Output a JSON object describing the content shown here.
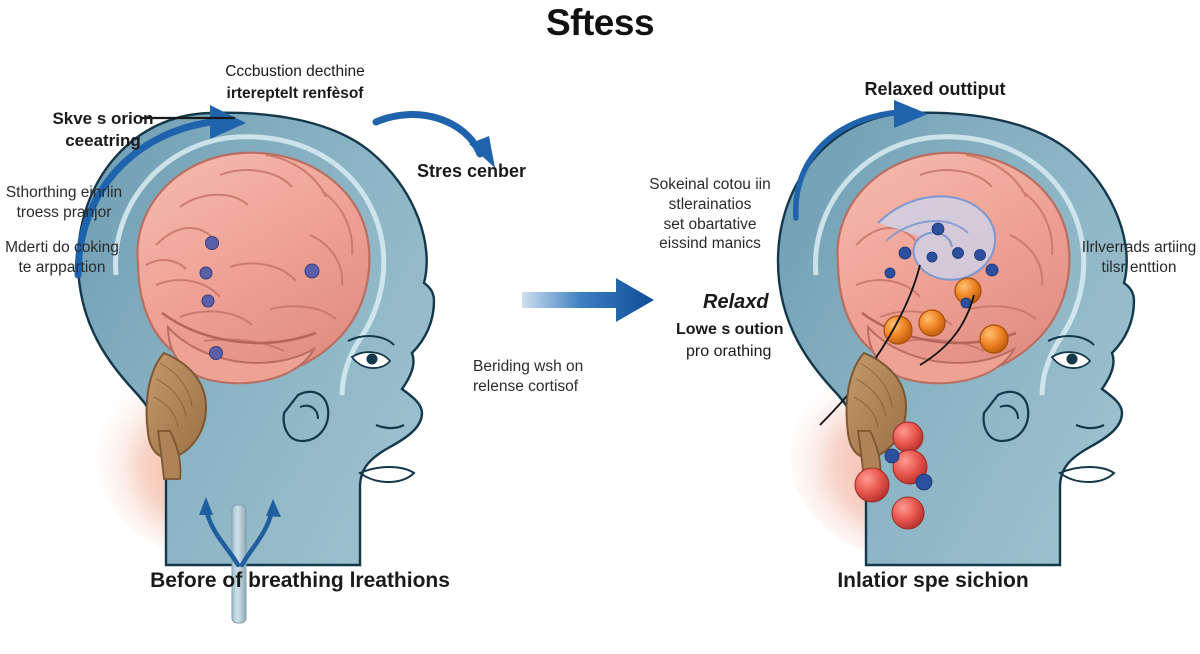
{
  "figure": {
    "title": "Sftess",
    "background_color": "#ffffff",
    "accent_blue": "#1f63ad",
    "skin_color": "#7fa8bb",
    "brain_color": "#f0a99b",
    "cerebellum_color": "#b08257",
    "stress_glow": "#f4a383",
    "dot_purple": "#5b5fa8",
    "sphere_orange": "#ef8426",
    "sphere_red": "#e8584f"
  },
  "left_panel": {
    "caption": "Before of breathing lreathions",
    "heading": "Skve s orion\nceeatring",
    "top_note": {
      "line1": "Cccbustion decthine",
      "line2": "irtereptelt renfèsof"
    },
    "stress_center": "Stres cenber",
    "side_note_1": "Sthorthing einrlin\ntroess pranjor",
    "side_note_2": "Mderti do coking\nte arppartion",
    "body_note": "Beriding wsh on\nrelense cortisof"
  },
  "right_panel": {
    "caption": "Inlatior spe sichion",
    "heading": "Relaxed outtiput",
    "brain_note": "Sokeinal cotou iin\nstlerainatios\nset obartative\neissind manics",
    "relaxed_label": "Relaxd",
    "relaxed_sub": {
      "line1": "Lowe s oution",
      "line2": "pro orathing"
    },
    "side_note": "Ilrlverrads artiing\ntilsr enttion"
  },
  "center": {
    "arrow_icon": "arrow-right-icon"
  }
}
